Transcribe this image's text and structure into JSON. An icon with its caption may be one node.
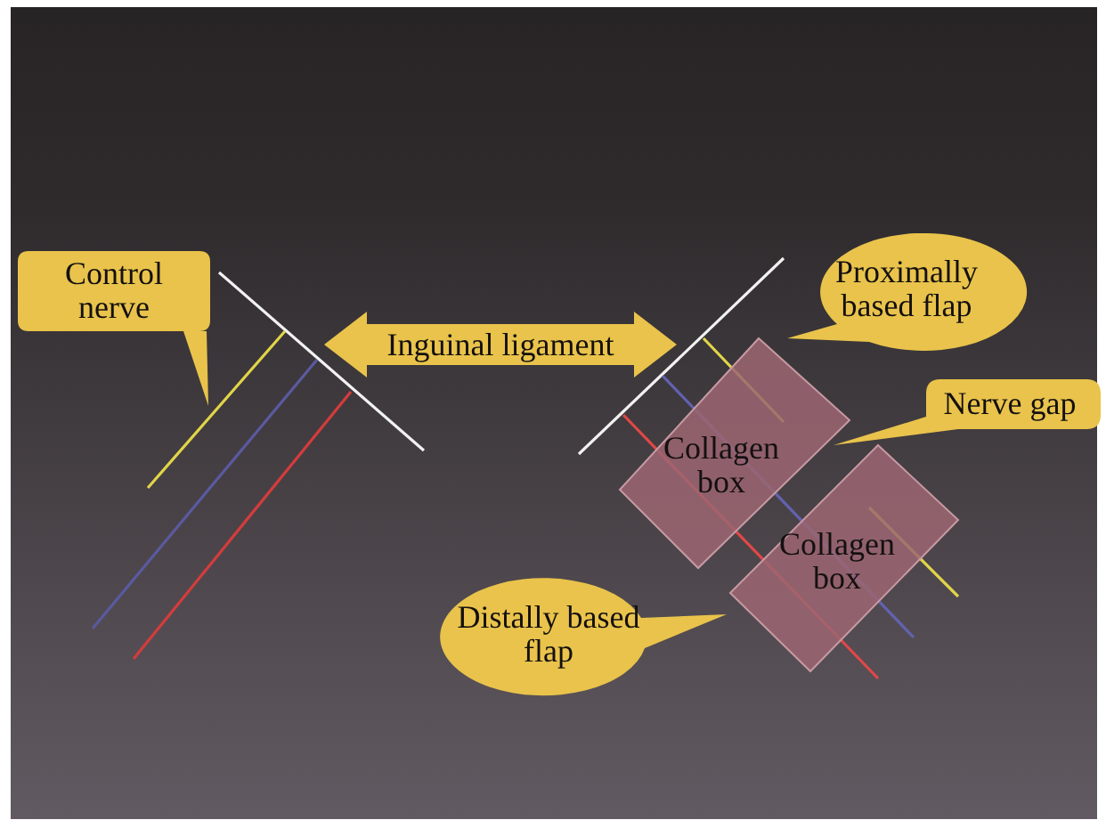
{
  "diagram": {
    "nodes": [
      {
        "text": [
          "Control nerve"
        ]
      },
      {
        "text": [
          "Inguinal ligament"
        ]
      },
      {
        "text": [
          "Proximally based flap"
        ]
      },
      {
        "text": [
          "Nerve gap"
        ]
      },
      {
        "text": [
          "Collagen box"
        ]
      },
      {
        "text": [
          "Collagen box"
        ]
      },
      {
        "text": [
          "Distally based flap"
        ]
      }
    ]
  }
}
